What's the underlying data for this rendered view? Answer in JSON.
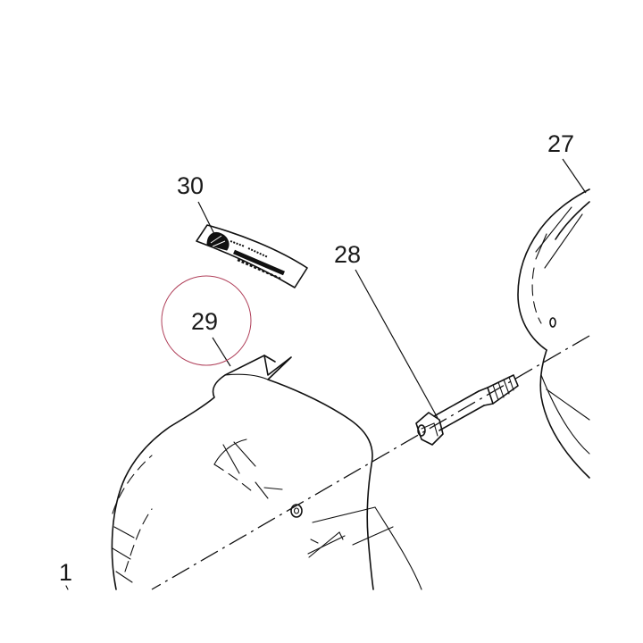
{
  "callouts": {
    "part_1": "1",
    "part_27": "27",
    "part_28": "28",
    "part_29": "29",
    "part_30": "30"
  },
  "highlight_color": "#b0405a",
  "icons": {
    "decal_logo": "shell-logo-icon"
  }
}
